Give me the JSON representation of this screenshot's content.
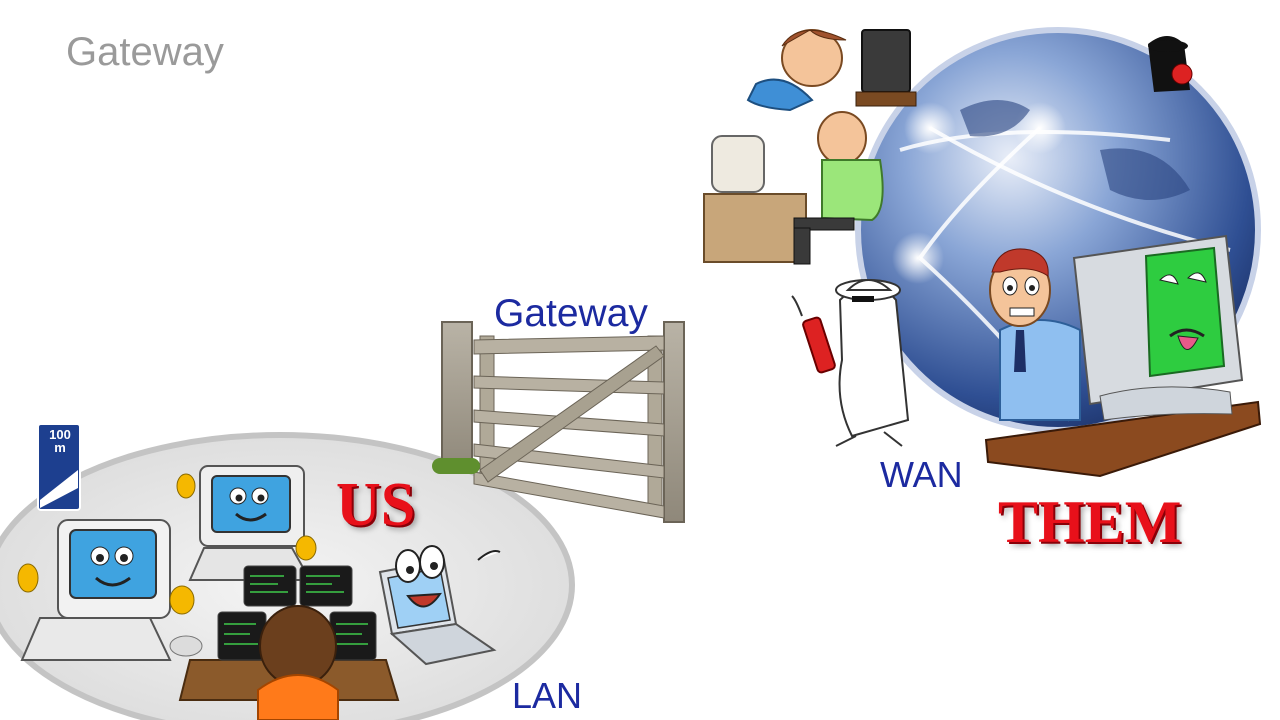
{
  "slide": {
    "title": "Gateway"
  },
  "labels": {
    "gateway": "Gateway",
    "wan": "WAN",
    "lan": "LAN",
    "us": "US",
    "them": "THEM"
  },
  "sign": {
    "text": "100\nm"
  },
  "colors": {
    "title_gray": "#9a9a9a",
    "label_blue": "#1c2aa0",
    "accent_red": "#e8101a",
    "globe_blue": "#3d5fa8",
    "screen_green": "#2ecc40"
  },
  "illustrations": [
    "lan-ellipse",
    "distance-sign",
    "happy-computer-left",
    "happy-computer-center",
    "hacker-with-monitors",
    "happy-laptop",
    "wooden-gate",
    "network-globe",
    "boy-at-computer",
    "man-at-computer",
    "spy-with-dynamite",
    "worried-man",
    "sad-computer",
    "spy-bomb-icon"
  ]
}
